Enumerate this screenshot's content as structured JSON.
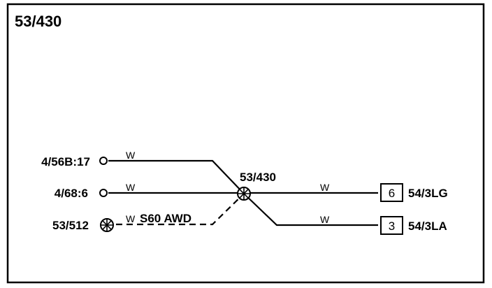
{
  "title": "53/430",
  "splice_label": "53/430",
  "connectors_left": [
    {
      "label": "4/56B:17",
      "kind": "terminal"
    },
    {
      "label": "4/68:6",
      "kind": "terminal"
    },
    {
      "label": "53/512",
      "kind": "splice"
    }
  ],
  "wires": [
    {
      "color": "W"
    },
    {
      "color": "W"
    },
    {
      "color": "W",
      "note": "S60 AWD"
    },
    {
      "color": "W"
    },
    {
      "color": "W"
    }
  ],
  "connectors_right": [
    {
      "pin": "6",
      "label": "54/3LG"
    },
    {
      "pin": "3",
      "label": "54/3LA"
    }
  ]
}
